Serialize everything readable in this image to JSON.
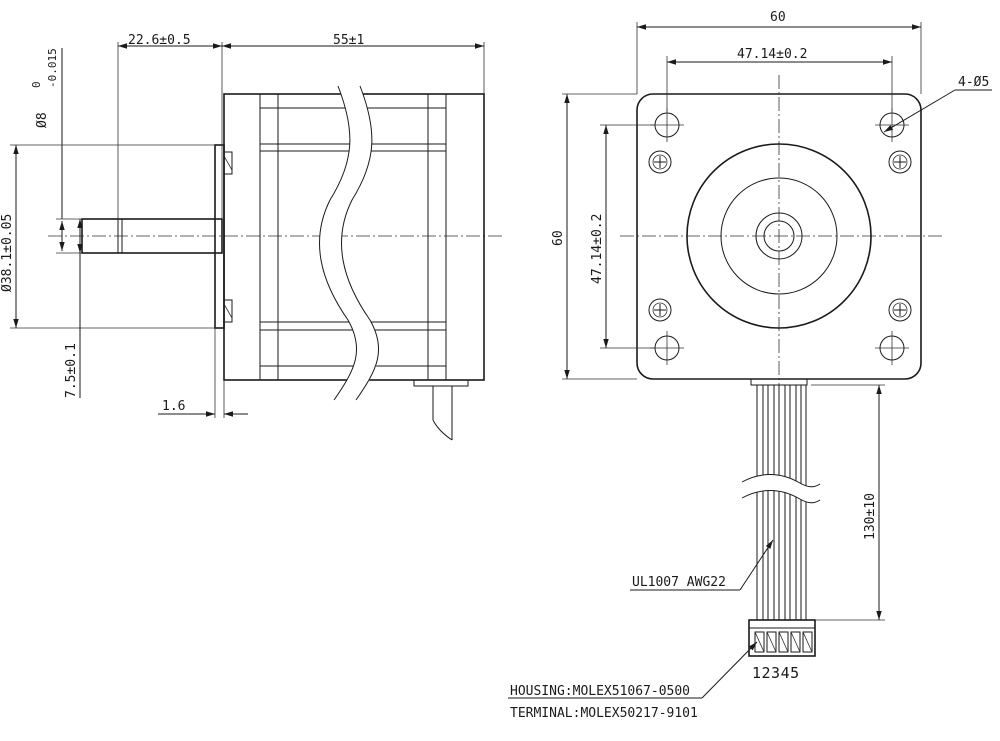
{
  "side_view": {
    "dim_shaft_len": "22.6±0.5",
    "dim_body_len": "55±1",
    "dim_shaft_dia": "Ø8",
    "dim_shaft_tol_upper": "0",
    "dim_shaft_tol_lower": "-0.015",
    "dim_pilot_dia": "Ø38.1±0.05",
    "dim_flat": "7.5±0.1",
    "dim_flange": "1.6"
  },
  "front_view": {
    "dim_width": "60",
    "dim_hole_spacing_h": "47.14±0.2",
    "dim_height": "60",
    "dim_hole_spacing_v": "47.14±0.2",
    "dim_holes": "4-Ø5",
    "dim_lead_len": "130±10",
    "wire_spec": "UL1007 AWG22",
    "pin_numbers": "12345",
    "housing": "HOUSING:MOLEX51067-0500",
    "terminal": "TERMINAL:MOLEX50217-9101"
  }
}
